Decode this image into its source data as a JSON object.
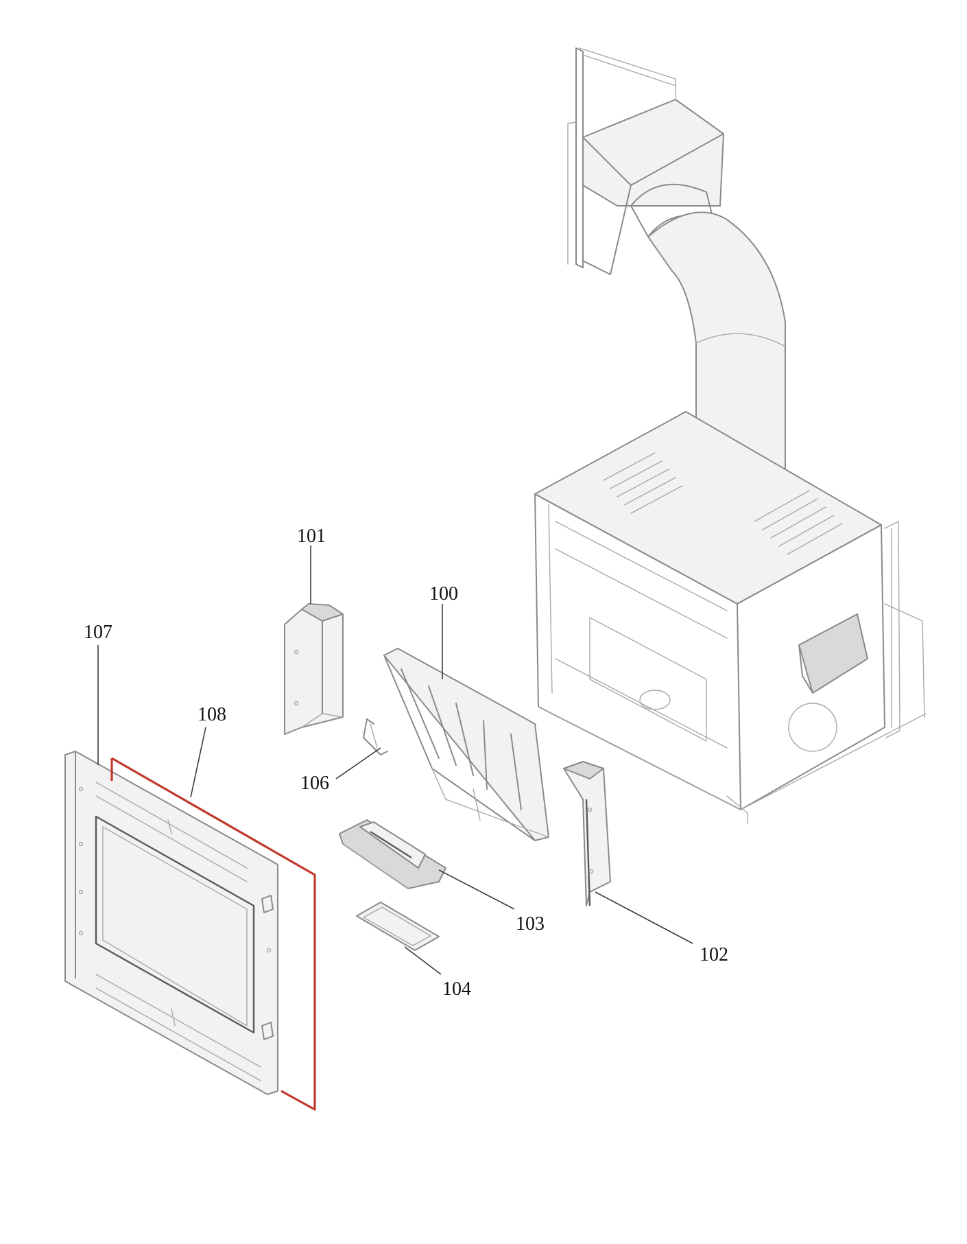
{
  "colors": {
    "gasket_highlight": "#c0392b",
    "line_art": "#8a8a8a",
    "callout_text": "#111111"
  },
  "callouts": [
    {
      "id": "100",
      "label": "100"
    },
    {
      "id": "101",
      "label": "101"
    },
    {
      "id": "102",
      "label": "102"
    },
    {
      "id": "103",
      "label": "103"
    },
    {
      "id": "104",
      "label": "104"
    },
    {
      "id": "106",
      "label": "106"
    },
    {
      "id": "107",
      "label": "107"
    },
    {
      "id": "108",
      "label": "108"
    }
  ]
}
